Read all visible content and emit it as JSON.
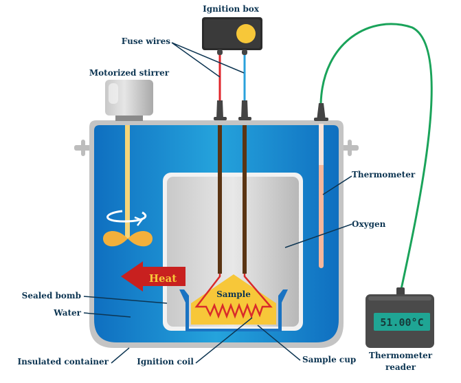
{
  "labels": {
    "ignition_box": "Ignition box",
    "fuse_wires": "Fuse wires",
    "motorized_stirrer": "Motorized stirrer",
    "thermometer": "Thermometer",
    "oxygen": "Oxygen",
    "sealed_bomb": "Sealed bomb",
    "water": "Water",
    "insulated_container": "Insulated container",
    "ignition_coil": "Ignition coil",
    "sample_cup": "Sample cup",
    "thermometer_reader_1": "Thermometer",
    "thermometer_reader_2": "reader",
    "heat": "Heat",
    "sample": "Sample"
  },
  "reader_display": "51.00°C",
  "colors": {
    "water": "#1a8fd6",
    "label": "#0d3552",
    "fuse_red": "#e0262b",
    "fuse_blue": "#2aa1dc",
    "cable": "#1aa35a",
    "heat_arrow": "#c8201f",
    "sample": "#f7c739",
    "display": "#1fa594"
  }
}
